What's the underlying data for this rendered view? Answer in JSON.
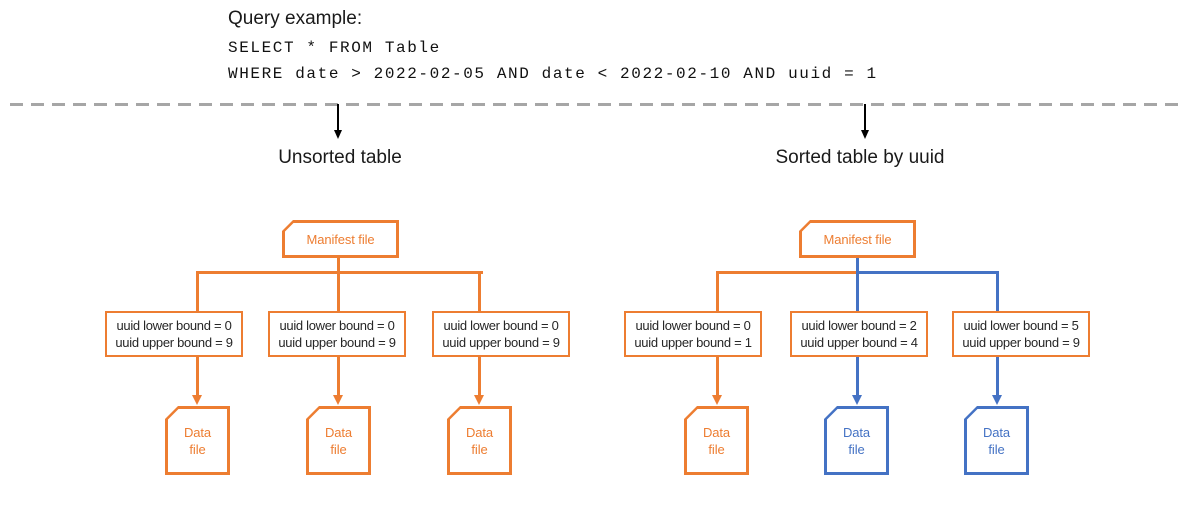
{
  "header": {
    "title": "Query example:",
    "code_line1": "SELECT * FROM Table",
    "code_line2": "WHERE date > 2022-02-05 AND date < 2022-02-10 AND uuid = 1"
  },
  "colors": {
    "orange": "#ED7D31",
    "blue": "#4472C4",
    "dash_gray": "#A6A6A6",
    "text": "#1A1A1A"
  },
  "left_diagram": {
    "title": "Unsorted table",
    "manifest_label": "Manifest file",
    "bound_boxes": [
      {
        "line1": "uuid lower bound = 0",
        "line2": "uuid upper bound = 9"
      },
      {
        "line1": "uuid lower bound = 0",
        "line2": "uuid upper bound = 9"
      },
      {
        "line1": "uuid lower bound = 0",
        "line2": "uuid upper bound = 9"
      }
    ],
    "data_files": [
      {
        "line1": "Data",
        "line2": "file",
        "color": "orange"
      },
      {
        "line1": "Data",
        "line2": "file",
        "color": "orange"
      },
      {
        "line1": "Data",
        "line2": "file",
        "color": "orange"
      }
    ]
  },
  "right_diagram": {
    "title": "Sorted table by uuid",
    "manifest_label": "Manifest file",
    "bound_boxes": [
      {
        "line1": "uuid lower bound = 0",
        "line2": "uuid upper bound = 1"
      },
      {
        "line1": "uuid lower bound = 2",
        "line2": "uuid upper bound = 4"
      },
      {
        "line1": "uuid lower bound = 5",
        "line2": "uuid upper bound = 9"
      }
    ],
    "data_files": [
      {
        "line1": "Data",
        "line2": "file",
        "color": "orange"
      },
      {
        "line1": "Data",
        "line2": "file",
        "color": "blue"
      },
      {
        "line1": "Data",
        "line2": "file",
        "color": "blue"
      }
    ]
  }
}
